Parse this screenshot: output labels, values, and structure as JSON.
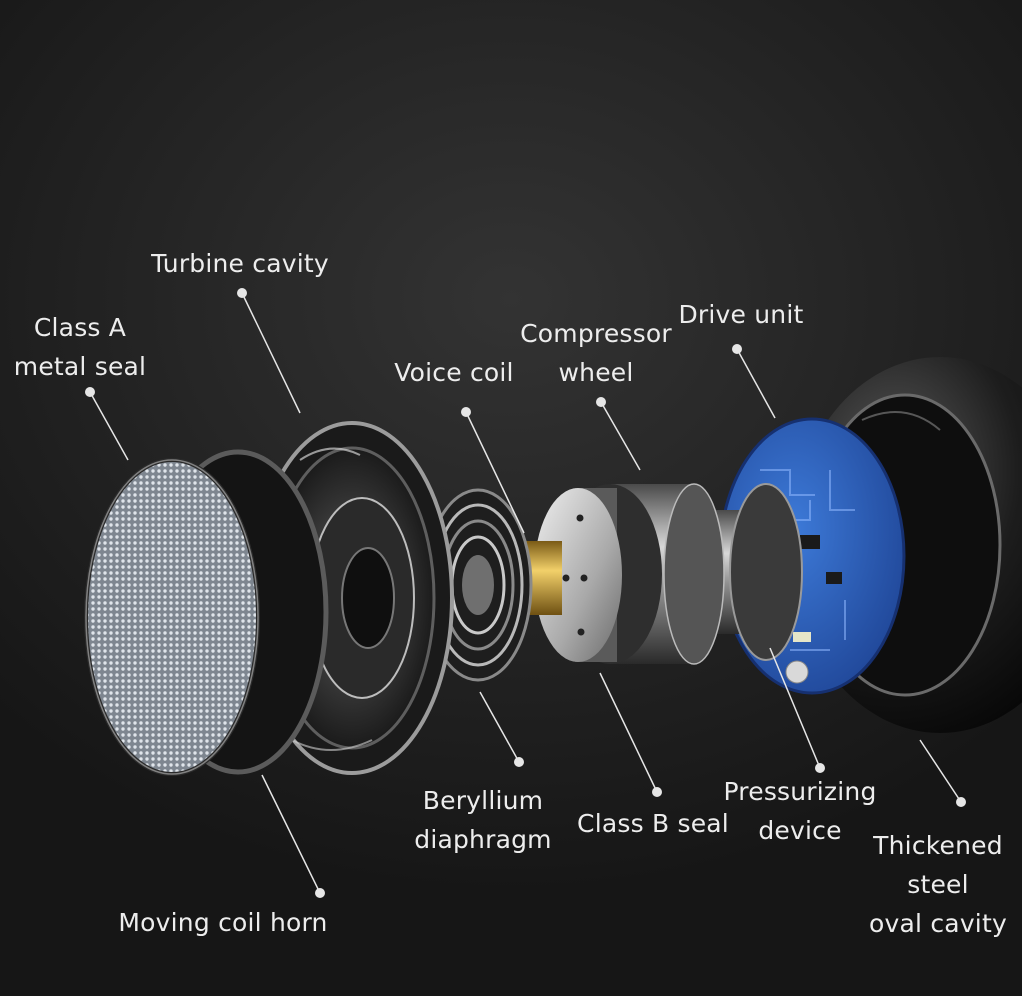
{
  "labels": {
    "turbine_cavity": [
      "Turbine cavity"
    ],
    "class_a_seal": [
      "Class A",
      "metal seal"
    ],
    "voice_coil": [
      "Voice coil"
    ],
    "compressor_wheel": [
      "Compressor",
      "wheel"
    ],
    "drive_unit": [
      "Drive unit"
    ],
    "beryllium_diaphragm": [
      "Beryllium",
      "diaphragm"
    ],
    "class_b_seal": [
      "Class B seal"
    ],
    "pressurizing_device": [
      "Pressurizing",
      "device"
    ],
    "thickened_steel_cavity": [
      "Thickened",
      "steel",
      "oval cavity"
    ],
    "moving_coil_horn": [
      "Moving coil horn"
    ]
  },
  "colors": {
    "background": "#1c1c1c",
    "label_text": "#ededed",
    "leader_line": "#e6e6e6",
    "pcb_blue": "#2f63c8",
    "brass": "#d1a73a"
  }
}
